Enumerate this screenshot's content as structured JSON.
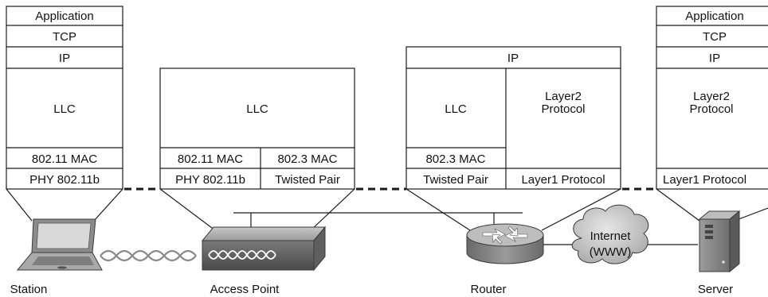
{
  "station": {
    "stack": [
      "Application",
      "TCP",
      "IP",
      "LLC",
      "802.11 MAC",
      "PHY 802.11b"
    ],
    "label": "Station"
  },
  "access_point": {
    "llc": "LLC",
    "mac_left": "802.11 MAC",
    "mac_right": "802.3 MAC",
    "phy_left": "PHY 802.11b",
    "phy_right": "Twisted Pair",
    "label": "Access Point"
  },
  "router": {
    "ip": "IP",
    "llc": "LLC",
    "mac": "802.3 MAC",
    "phy_left": "Twisted Pair",
    "layer2_line1": "Layer2",
    "layer2_line2": "Protocol",
    "layer1": "Layer1 Protocol",
    "label": "Router"
  },
  "server": {
    "app": "Application",
    "tcp": "TCP",
    "ip": "IP",
    "layer2_line1": "Layer2",
    "layer2_line2": "Protocol",
    "layer1": "Layer1 Protocol",
    "label": "Server"
  },
  "cloud": {
    "line1": "Internet",
    "line2": "(WWW)"
  },
  "colors": {
    "line": "#1a1a1a",
    "device_gray": "#8a8a8a",
    "device_dark": "#555555"
  }
}
